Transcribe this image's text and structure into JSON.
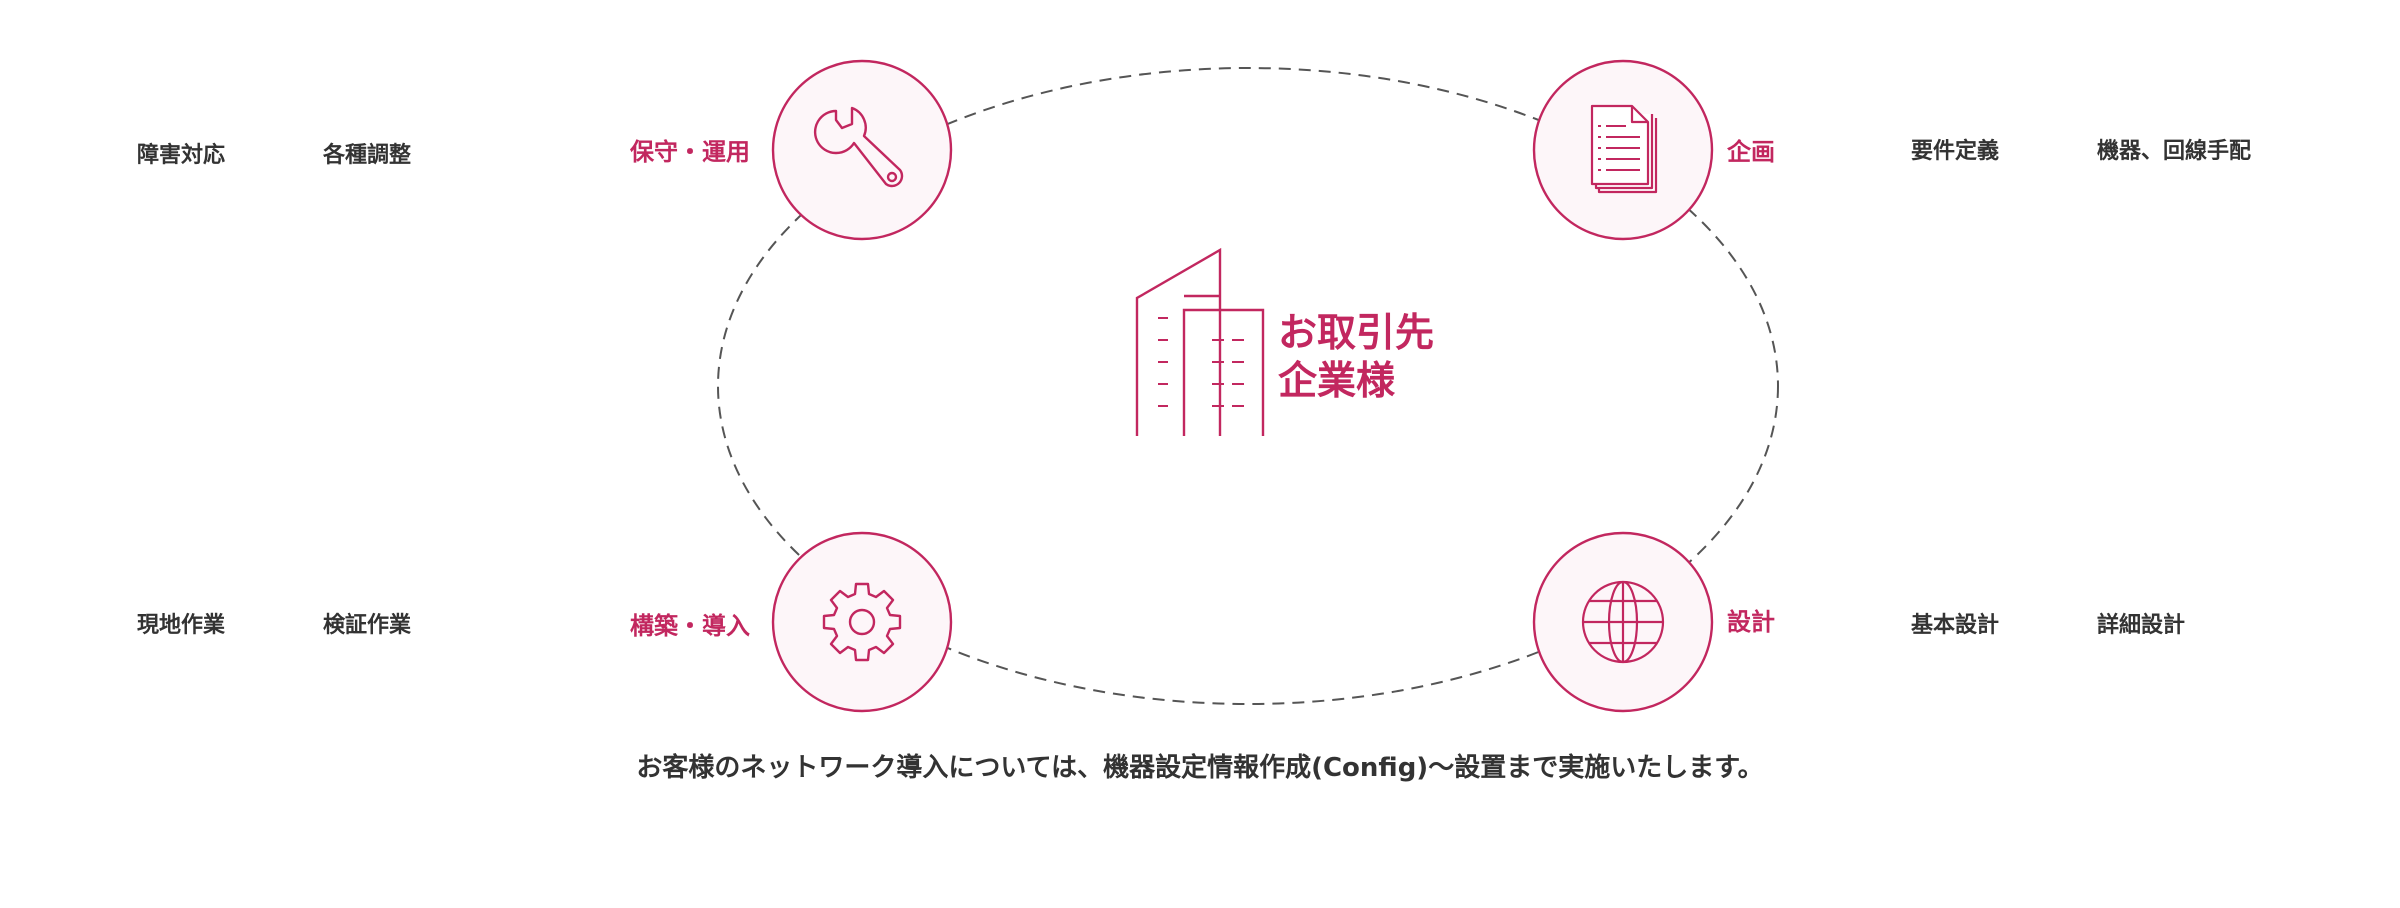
{
  "colors": {
    "accent": "#c2275f",
    "circle_fill": "#fdf6f9",
    "text": "#333333",
    "dash": "#555555"
  },
  "center": {
    "line1": "お取引先",
    "line2": "企業様",
    "icon": "building-icon"
  },
  "phases": {
    "maintenance": {
      "label": "保守・運用",
      "icon": "wrench-icon",
      "tasks": [
        "障害対応",
        "各種調整"
      ]
    },
    "planning": {
      "label": "企画",
      "icon": "document-icon",
      "tasks": [
        "要件定義",
        "機器、回線手配"
      ]
    },
    "construction": {
      "label": "構築・導入",
      "icon": "gear-icon",
      "tasks": [
        "現地作業",
        "検証作業"
      ]
    },
    "design": {
      "label": "設計",
      "icon": "globe-icon",
      "tasks": [
        "基本設計",
        "詳細設計"
      ]
    }
  },
  "caption": "お客様のネットワーク導入については、機器設定情報作成(Config)〜設置まで実施いたします。"
}
